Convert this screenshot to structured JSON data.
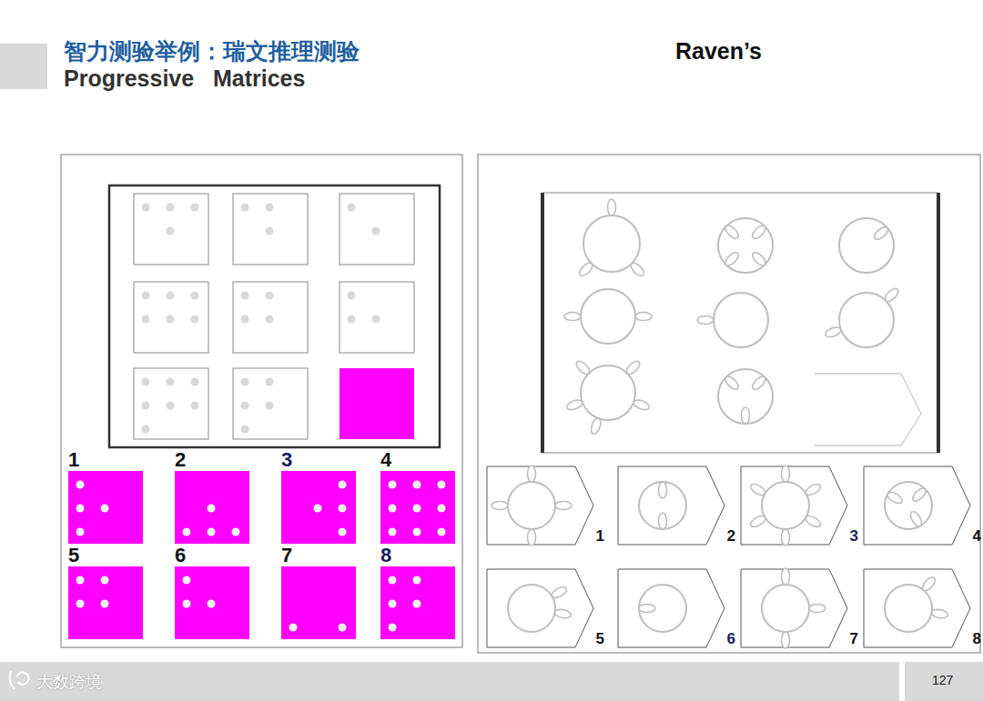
{
  "diagram": {
    "title": "智力测验举例：瑞文推理测验",
    "nodes": [
      {
        "text": [
          "1"
        ]
      },
      {
        "text": [
          "2"
        ]
      },
      {
        "text": [
          "3"
        ]
      },
      {
        "text": [
          "4"
        ]
      },
      {
        "text": [
          "5"
        ]
      },
      {
        "text": [
          "6"
        ]
      },
      {
        "text": [
          "7"
        ]
      },
      {
        "text": [
          "8"
        ]
      },
      {
        "text": [
          "1"
        ]
      },
      {
        "text": [
          "2"
        ]
      },
      {
        "text": [
          "3"
        ]
      },
      {
        "text": [
          "4"
        ]
      },
      {
        "text": [
          "5"
        ]
      },
      {
        "text": [
          "6"
        ]
      },
      {
        "text": [
          "7"
        ]
      },
      {
        "text": [
          "8"
        ]
      }
    ],
    "labels": [
      "Raven’s",
      "Progressive   Matrices",
      "大数跨境",
      "127"
    ]
  }
}
